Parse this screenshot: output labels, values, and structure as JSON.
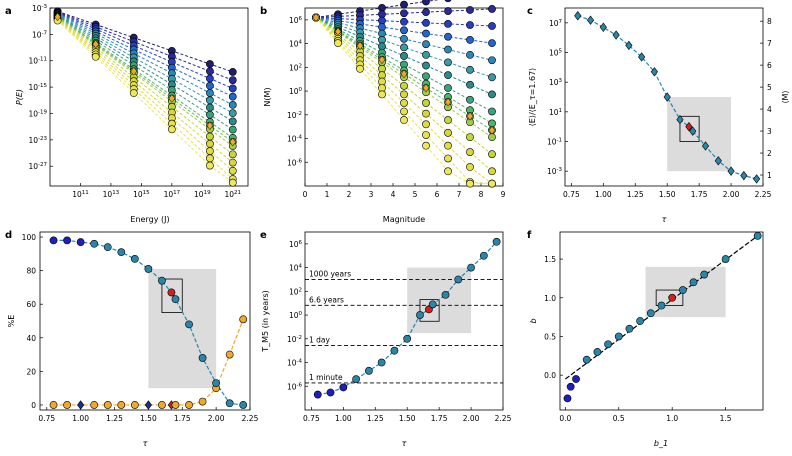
{
  "figure": {
    "colors": {
      "dark_blue": "#1f1fbf",
      "teal": "#2a85a8",
      "highlight_red": "#d11f1f",
      "orange": "#f0a82a",
      "shade_grey": "#dcdcdc",
      "navy_diamond": "#1a2f8a"
    }
  },
  "chart_data": [
    {
      "panel": "a",
      "type": "line",
      "xlabel": "Energy (J)",
      "ylabel": "P(E)",
      "xscale": "log",
      "yscale": "log",
      "xlim": [
        1000000000.0,
        1e+22
      ],
      "ylim": [
        1e-30,
        0.001
      ],
      "x_tick_labels": [
        "10^11",
        "10^13",
        "10^15",
        "10^17",
        "10^19",
        "10^21"
      ],
      "y_tick_labels": [
        "10^-3",
        "10^-7",
        "10^-11",
        "10^-15",
        "10^-19",
        "10^-23",
        "10^-27"
      ],
      "x": [
        3160000000.0,
        1000000000000.0,
        316000000000000.0,
        1e+17,
        3.16e+19,
        1e+21
      ],
      "series_exponents": [
        -0.8,
        -0.9,
        -1.0,
        -1.1,
        -1.2,
        -1.3,
        -1.4,
        -1.5,
        -1.6,
        -1.65,
        -1.7,
        -1.8,
        -1.9,
        -2.0,
        -2.1,
        -2.2
      ],
      "series_intercepts_log10": [
        -3.5,
        -3.6,
        -3.7,
        -3.8,
        -3.9,
        -4.0,
        -4.1,
        -4.2,
        -4.3,
        -4.35,
        -4.4,
        -4.5,
        -4.6,
        -4.7,
        -4.8,
        -4.9
      ]
    },
    {
      "panel": "b",
      "type": "line",
      "xlabel": "Magnitude",
      "ylabel": "N(M)",
      "yscale": "log",
      "xlim": [
        0,
        9
      ],
      "ylim": [
        1e-08,
        10000000.0
      ],
      "x_ticks": [
        0,
        1,
        2,
        3,
        4,
        5,
        6,
        7,
        8,
        9
      ],
      "y_tick_labels": [
        "10^6",
        "10^4",
        "10^2",
        "10^0",
        "10^-2",
        "10^-4",
        "10^-6"
      ],
      "x": [
        0.5,
        1.5,
        2.5,
        3.5,
        4.5,
        5.5,
        6.5,
        7.5,
        8.5
      ],
      "series_slopes": [
        0.15,
        0.05,
        -0.05,
        -0.15,
        -0.25,
        -0.35,
        -0.45,
        -0.55,
        -0.62,
        -0.66,
        -0.7,
        -0.8,
        -0.9,
        -1.0,
        -1.1,
        -1.2
      ]
    },
    {
      "panel": "c",
      "type": "line",
      "xlabel": "τ",
      "ylabel": "⟨E⟩/⟨E_τ=1.67⟩",
      "ylabel_right": "⟨M⟩",
      "yscale": "log",
      "xlim": [
        0.7,
        2.25
      ],
      "ylim": [
        0.0001,
        100000000.0
      ],
      "x_ticks": [
        0.75,
        1.0,
        1.25,
        1.5,
        1.75,
        2.0,
        2.25
      ],
      "y_tick_labels": [
        "10^7",
        "10^5",
        "10^3",
        "10^1",
        "10^-1",
        "10^-3"
      ],
      "y_right_ticks": [
        1,
        2,
        3,
        4,
        5,
        6,
        7,
        8
      ],
      "tau": [
        0.8,
        0.9,
        1.0,
        1.1,
        1.2,
        1.3,
        1.4,
        1.5,
        1.6,
        1.67,
        1.7,
        1.8,
        1.9,
        2.0,
        2.1,
        2.2
      ],
      "values": [
        30000000.0,
        15000000.0,
        5000000.0,
        1500000.0,
        300000.0,
        50000.0,
        5000.0,
        100,
        3,
        1,
        0.5,
        0.05,
        0.005,
        0.001,
        0.0005,
        0.0003
      ],
      "shaded_region": {
        "x": [
          1.5,
          2.0
        ],
        "y": [
          0.001,
          100.0
        ]
      },
      "highlight_box": {
        "x": [
          1.6,
          1.75
        ],
        "y": [
          0.1,
          5
        ]
      }
    },
    {
      "panel": "d",
      "type": "line",
      "xlabel": "τ",
      "ylabel": "%E",
      "xlim": [
        0.7,
        2.25
      ],
      "ylim": [
        -3,
        103
      ],
      "x_ticks": [
        0.75,
        1.0,
        1.25,
        1.5,
        1.75,
        2.0,
        2.25
      ],
      "y_ticks": [
        0,
        20,
        40,
        60,
        80,
        100
      ],
      "tau": [
        0.8,
        0.9,
        1.0,
        1.1,
        1.2,
        1.3,
        1.4,
        1.5,
        1.6,
        1.67,
        1.7,
        1.8,
        1.9,
        2.0,
        2.1,
        2.2
      ],
      "series": [
        {
          "values": [
            98,
            98,
            97,
            96,
            94,
            91,
            87,
            81,
            74,
            67,
            63,
            48,
            28,
            13,
            1,
            0
          ]
        },
        {
          "values": [
            0,
            0,
            0,
            0,
            0,
            0,
            0,
            0,
            0,
            0,
            0,
            0,
            2,
            10,
            30,
            51
          ]
        }
      ],
      "shaded_region": {
        "x": [
          1.5,
          2.0
        ],
        "y": [
          10,
          81
        ]
      },
      "highlight_box": {
        "x": [
          1.6,
          1.75
        ],
        "y": [
          55,
          75
        ]
      }
    },
    {
      "panel": "e",
      "type": "line",
      "xlabel": "τ",
      "ylabel": "T_M5 (in years)",
      "yscale": "log",
      "xlim": [
        0.7,
        2.25
      ],
      "ylim": [
        1e-08,
        10000000.0
      ],
      "x_ticks": [
        0.75,
        1.0,
        1.25,
        1.5,
        1.75,
        2.0,
        2.25
      ],
      "y_tick_labels": [
        "10^6",
        "10^4",
        "10^2",
        "10^0",
        "10^-2",
        "10^-4",
        "10^-6"
      ],
      "tau": [
        0.8,
        0.9,
        1.0,
        1.1,
        1.2,
        1.3,
        1.4,
        1.5,
        1.6,
        1.67,
        1.7,
        1.8,
        1.9,
        2.0,
        2.1,
        2.2
      ],
      "values": [
        2e-07,
        3e-07,
        8e-07,
        4e-06,
        2e-05,
        0.0001,
        0.001,
        0.01,
        1,
        3,
        8,
        50,
        1000,
        10000,
        100000,
        1500000
      ],
      "reference_lines": [
        {
          "label": "1000 years",
          "value": 1000
        },
        {
          "label": "6.6 years",
          "value": 6.6
        },
        {
          "label": "1 day",
          "value": 0.00274
        },
        {
          "label": "1 minute",
          "value": 1.9e-06
        }
      ],
      "shaded_region": {
        "x": [
          1.5,
          2.0
        ],
        "y": [
          0.03,
          10000
        ]
      },
      "highlight_box": {
        "x": [
          1.6,
          1.75
        ],
        "y": [
          0.3,
          20
        ]
      }
    },
    {
      "panel": "f",
      "type": "scatter",
      "xlabel": "b_1",
      "ylabel": "b",
      "xlim": [
        -0.05,
        1.85
      ],
      "ylim": [
        -0.45,
        1.85
      ],
      "x_ticks": [
        0.0,
        0.5,
        1.0,
        1.5
      ],
      "y_ticks": [
        0.0,
        0.5,
        1.0,
        1.5
      ],
      "x": [
        0.02,
        0.05,
        0.1,
        0.2,
        0.3,
        0.4,
        0.5,
        0.6,
        0.7,
        0.8,
        0.9,
        1.0,
        1.1,
        1.2,
        1.3,
        1.5,
        1.8
      ],
      "y": [
        -0.3,
        -0.15,
        -0.05,
        0.2,
        0.3,
        0.4,
        0.5,
        0.6,
        0.7,
        0.8,
        0.9,
        1.0,
        1.1,
        1.2,
        1.3,
        1.5,
        1.8
      ],
      "fit_line": {
        "x": [
          0.0,
          1.8
        ],
        "y": [
          -0.05,
          1.8
        ]
      },
      "shaded_region": {
        "x": [
          0.75,
          1.5
        ],
        "y": [
          0.75,
          1.4
        ]
      },
      "highlight_box": {
        "x": [
          0.85,
          1.1
        ],
        "y": [
          0.9,
          1.1
        ]
      }
    }
  ]
}
